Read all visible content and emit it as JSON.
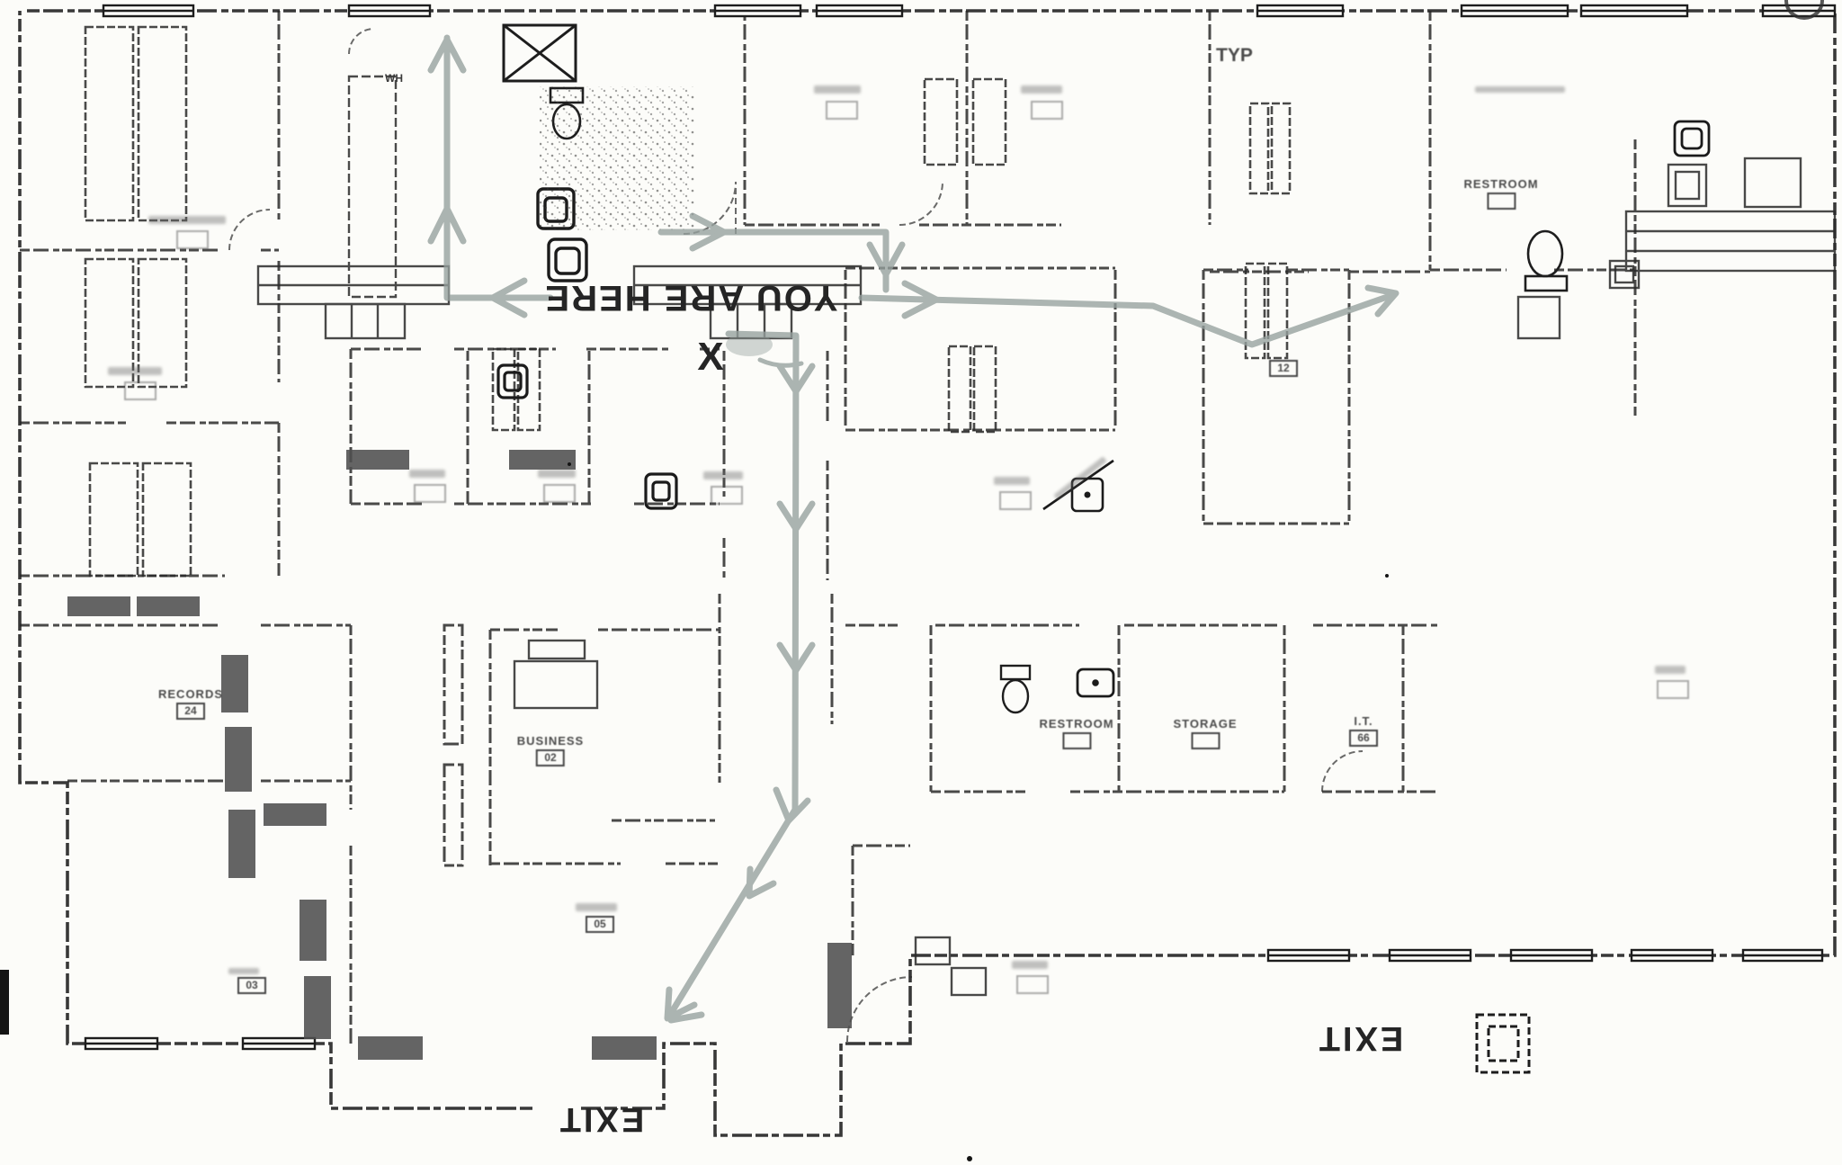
{
  "map": {
    "type": "evacuation-floor-plan",
    "orientation_note": "route text printed upside-down on scanned plan"
  },
  "annotations": {
    "you_are_here": "YOU ARE HERE",
    "x_mark": "X",
    "exit_south": "EXIT",
    "exit_east": "EXIT",
    "typ": "TYP",
    "wh": "WH"
  },
  "rooms": [
    {
      "id": "records",
      "name": "RECORDS",
      "number": "24"
    },
    {
      "id": "business",
      "name": "BUSINESS",
      "number": "02"
    },
    {
      "id": "restroom-center",
      "name": "RESTROOM",
      "number": ""
    },
    {
      "id": "storage",
      "name": "STORAGE",
      "number": ""
    },
    {
      "id": "it-room",
      "name": "I.T.",
      "number": "66"
    },
    {
      "id": "restroom-upper-right",
      "name": "RESTROOM",
      "number": ""
    },
    {
      "id": "exam-room-12",
      "name": "",
      "number": "12"
    },
    {
      "id": "waiting-room-03",
      "name": "",
      "number": "03"
    },
    {
      "id": "lobby-05",
      "name": "",
      "number": "05"
    }
  ],
  "colors": {
    "wall": "#1d1d1d",
    "evacuation_route": "#95a09d",
    "furniture": "#2a2a2a",
    "bench_fill": "#4f4f4f",
    "label_text": "#4a4a4a",
    "paper": "#fcfcf9"
  }
}
